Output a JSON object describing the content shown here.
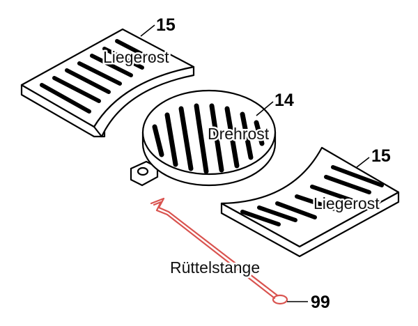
{
  "parts": [
    {
      "number": "15",
      "name": "Liegerost"
    },
    {
      "number": "14",
      "name": "Drehrost"
    },
    {
      "number": "15",
      "name": "Liegerost"
    },
    {
      "number": "99",
      "name": "Rüttelstange"
    }
  ],
  "colors": {
    "outline": "#000000",
    "slot": "#000000",
    "rod": "#d9534f"
  }
}
